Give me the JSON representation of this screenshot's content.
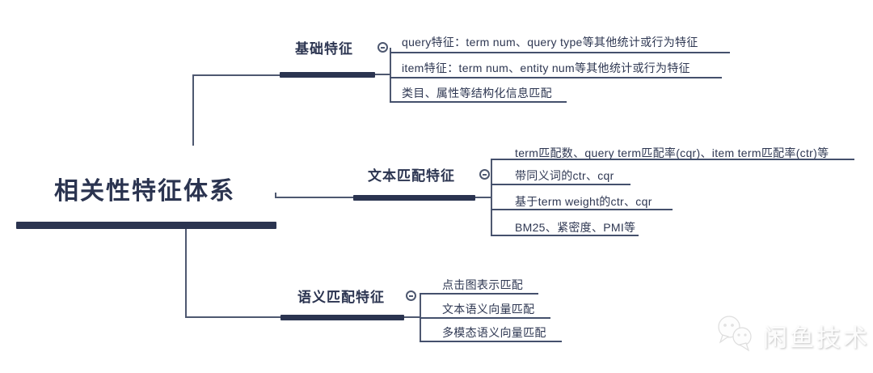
{
  "root": {
    "label": "相关性特征体系"
  },
  "branches": [
    {
      "label": "基础特征",
      "toggle": "collapse-minus",
      "children": [
        "query特征：term num、query type等其他统计或行为特征",
        "item特征：term num、entity num等其他统计或行为特征",
        "类目、属性等结构化信息匹配"
      ]
    },
    {
      "label": "文本匹配特征",
      "toggle": "collapse-minus",
      "children": [
        "term匹配数、query term匹配率(cqr)、item term匹配率(ctr)等",
        "带同义词的ctr、cqr",
        "基于term weight的ctr、cqr",
        "BM25、紧密度、PMI等"
      ]
    },
    {
      "label": "语义匹配特征",
      "toggle": "collapse-minus",
      "children": [
        "点击图表示匹配",
        "文本语义向量匹配",
        "多模态语义向量匹配"
      ]
    }
  ],
  "watermark": {
    "label": "闲鱼技术",
    "logo": "wechat-bubbles-icon"
  },
  "colors": {
    "node": "#2b3450",
    "connector": "#4e5870",
    "background": "#ffffff",
    "watermark": "#fcfcfc"
  }
}
